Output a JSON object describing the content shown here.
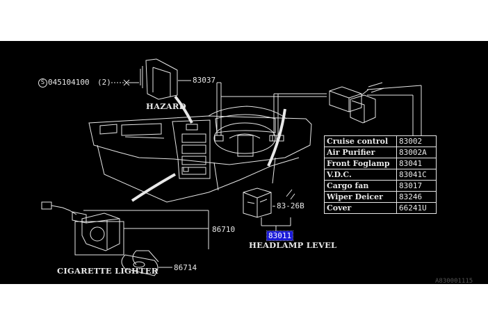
{
  "colors": {
    "background": "#000000",
    "linework": "#e8e8e8",
    "highlight": "#1a1ad8"
  },
  "callouts": {
    "bolt_code": "045104100",
    "bolt_qty": "(2)",
    "hazard_part": "83037",
    "hazard_label": "HAZARD",
    "headlamp_sub_part": "83-26B",
    "headlamp_part": "83011",
    "headlamp_label": "HEADLAMP LEVEL",
    "lighter_housing_part": "86710",
    "lighter_part": "86714",
    "lighter_label": "CIGARETTE LIGHTER"
  },
  "parts_table": [
    {
      "name": "Cruise control",
      "part": "83002"
    },
    {
      "name": "Air Purifier",
      "part": "83002A"
    },
    {
      "name": "Front Foglamp",
      "part": "83041"
    },
    {
      "name": "V.D.C.",
      "part": "83041C"
    },
    {
      "name": "Cargo fan",
      "part": "83017"
    },
    {
      "name": "Wiper Deicer",
      "part": "83246"
    },
    {
      "name": "Cover",
      "part": "66241U"
    }
  ],
  "footer_code": "A830001115"
}
